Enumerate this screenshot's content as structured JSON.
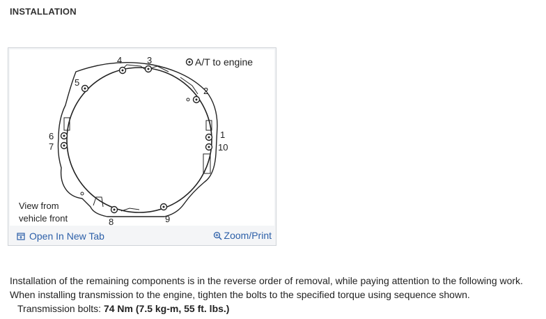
{
  "section": {
    "title": "INSTALLATION"
  },
  "figure": {
    "legend_text": "A/T to engine",
    "view_label_line1": "View from",
    "view_label_line2": "vehicle front",
    "bolt_labels": [
      "1",
      "2",
      "3",
      "4",
      "5",
      "6",
      "7",
      "8",
      "9",
      "10"
    ]
  },
  "card_footer": {
    "open_tab_label": "Open In New Tab",
    "zoom_label": "Zoom/Print",
    "open_tab_icon": "open-in-new-tab-icon",
    "zoom_icon": "magnifier-icon"
  },
  "instructions": {
    "line1": "Installation of the remaining components is in the reverse order of removal, while paying attention to the following work.",
    "line2": "When installing transmission to the engine, tighten the bolts to the specified torque using sequence shown.",
    "torque_label": "Transmission bolts: ",
    "torque_value": "74 Nm (7.5 kg-m, 55 ft. lbs.)"
  },
  "colors": {
    "link": "#2c5fa8",
    "card_border": "#cfd3d8"
  }
}
